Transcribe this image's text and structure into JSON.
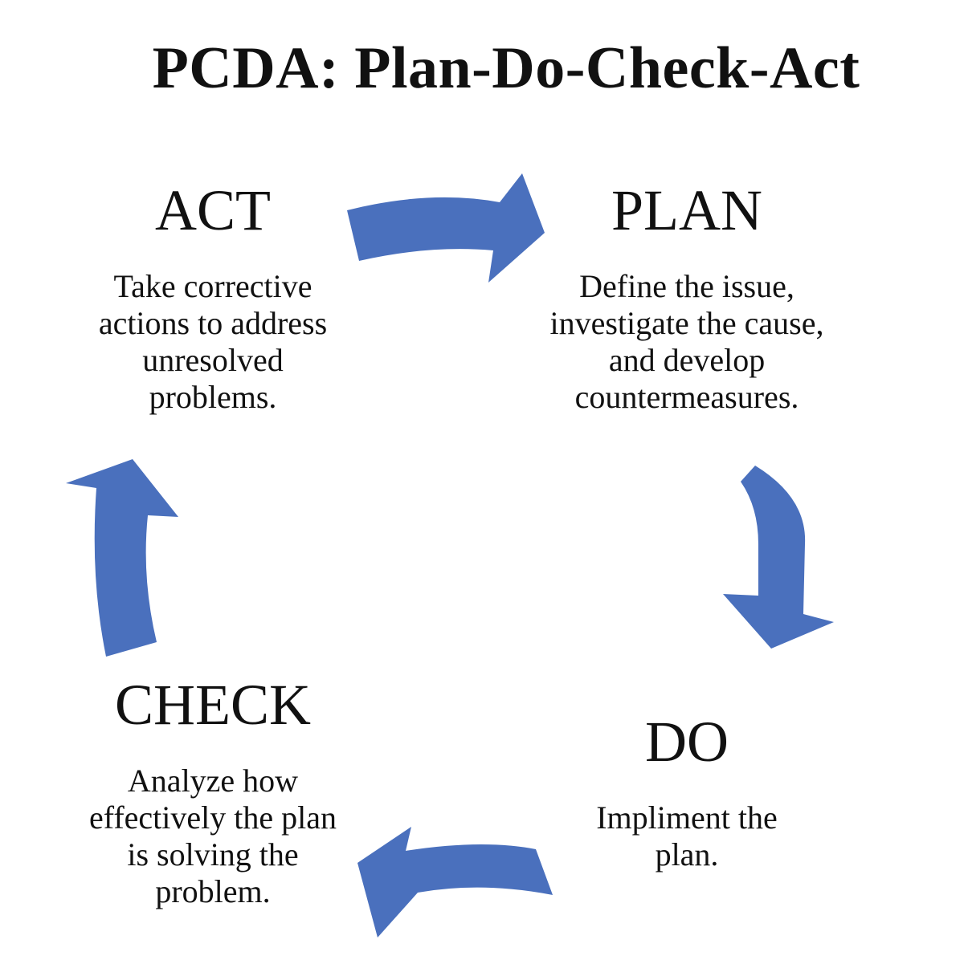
{
  "title": "PCDA: Plan-Do-Check-Act",
  "colors": {
    "arrow": "#4a70bd",
    "text": "#111111",
    "background": "#ffffff"
  },
  "stages": {
    "plan": {
      "heading": "PLAN",
      "description": "Define the issue, investigate the cause, and develop countermeasures."
    },
    "do": {
      "heading": "DO",
      "description": "Impliment the plan."
    },
    "check": {
      "heading": "CHECK",
      "description": "Analyze how effectively the plan is solving the problem."
    },
    "act": {
      "heading": "ACT",
      "description": "Take corrective actions to address unresolved problems."
    }
  }
}
